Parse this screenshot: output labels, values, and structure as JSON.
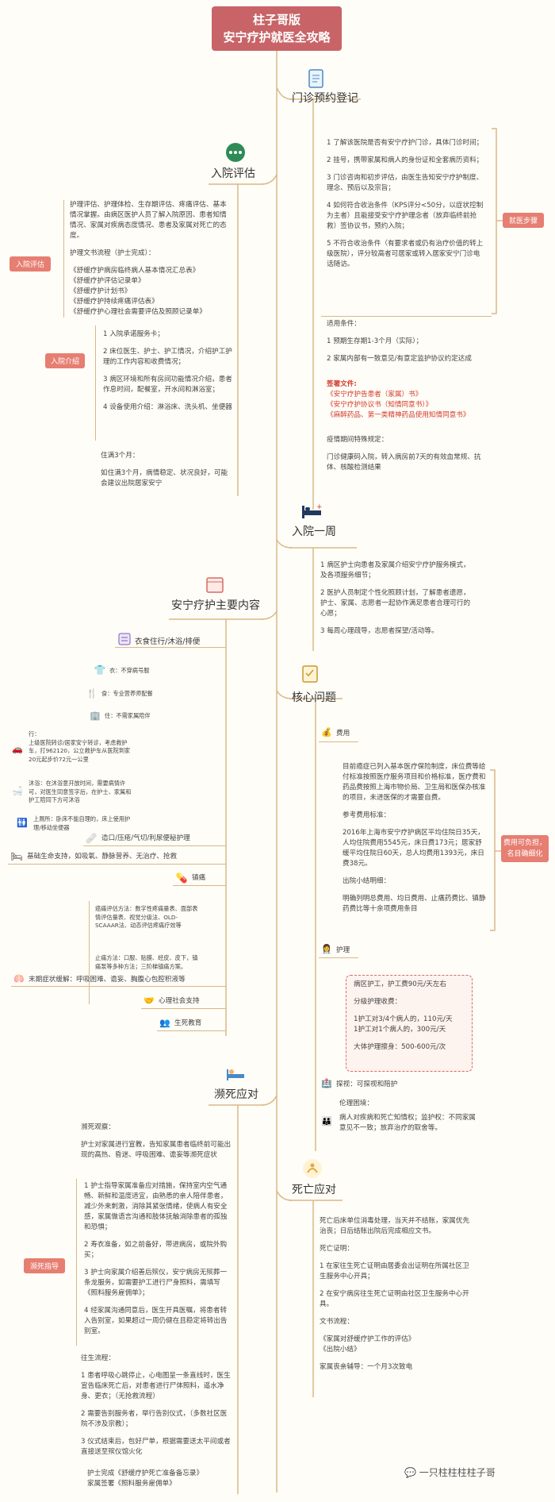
{
  "title": {
    "line1": "柱子哥版",
    "line2": "安宁疗护就医全攻略"
  },
  "b1": {
    "heading": "门诊预约登记",
    "tag": "就医步骤",
    "steps": [
      "1 了解该医院是否有安宁疗护门诊，具体门诊时间；",
      "2 挂号，携带家属和病人的身份证和全套病历资料；",
      "3 门诊咨询和初步评估，由医生告知安宁疗护制度、理念、预后以及宗旨；",
      "4 如何符合收治条件（KPS评分<50分，以症状控制为主者）且能接受安宁疗护理念者（放弃临终前抢救）签协议书，预约入院；",
      "5 不符合收治条件（有要求者或仍有治疗价值的转上级医院），评分较高者可居家或转入居家安宁门诊电话随访。"
    ],
    "apply_title": "适用条件：",
    "apply": [
      "1 预期生存期1-3个月（实际）；",
      "2 家属内部有一致意见/有意定监护协议约定达成"
    ],
    "sign_title": "签署文件:",
    "sign": [
      "《安宁疗护告患者（家属）书》",
      "《安宁疗护协议书（知情同意书）》",
      "《麻醉药品、第一类精神药品使用知情同意书》"
    ],
    "epi_title": "疫情期间特殊规定：",
    "epi": "门诊健康码入院，转入病房前7天的有效血常规、抗体、核酸检测结果"
  },
  "b2": {
    "heading": "入院评估",
    "tag1": "入院评估",
    "text1": "护理评估、护理体检、生存期评估、疼痛评估、基本情况掌握。由病区医护人员了解入院原因、患者知情情况、家属对疾病态度情况、患者及家属对死亡的态度。",
    "docs_title": "护理文书流程（护士完成）：",
    "docs": [
      "《舒缓疗护病房临终病人基本情况汇总表》",
      "《舒缓疗护评估记录单》",
      "《舒缓疗护计划书》",
      "《舒缓疗护持续疼痛评估表》",
      "《舒缓疗护心理社会需要评估及照顾记录单》"
    ],
    "tag2": "入院介绍",
    "intro": [
      "1 入院承诺服务卡；",
      "2 床位医生、护士、护工情况，介绍护工护理的工作内容和收费情况；",
      "3 病区环境和所有房间功能情况介绍，患者作息时间，配餐室，开水间和淋浴室；",
      "4 设备使用介绍：淋浴床、洗头机、坐便器"
    ],
    "full_title": "住满3个月：",
    "full": "如住满3个月，病情稳定、状况良好，可能会建议出院居家安宁"
  },
  "b3": {
    "heading": "入院一周",
    "items": [
      "1 病区护士向患者及家属介绍安宁疗护服务模式，及各项服务细节；",
      "2 医护人员制定个性化照顾计划，了解患者遗愿，护士、家属、志愿者一起协作满足患者合理可行的心愿；",
      "3 每周心理疏导，志愿者探望/活动等。"
    ]
  },
  "b4": {
    "heading": "安宁疗护主要内容",
    "daily": "衣食住行/沐浴/排便",
    "yi": "衣：不穿病号服",
    "shi": "食：专业营养师配餐",
    "zhu": "住：不需家属陪伴",
    "xing": "行：\n上级医院转诊/居家安宁转诊，考虑救护车，打962120，公立救护车从医院到家20元起步价72元一公里",
    "mu": "沐浴：在沐浴意开放时间，需要病情许可，对医生同意签字后，在护士、家属和护工陪同下方可沐浴",
    "ce": "上厕所：卧床不能自理的，床上使用护理/移动坐便器",
    "stoma": "造口/压疮/气切/利尿便秘护理",
    "basic": "基础生命支持，如吸氧、静脉营养、无治疗、抢救",
    "pain": "镇痛",
    "pain1": "癌痛评估方法：数字性疼痛量表、面部表情评估量表、视觉分级法、OLD-SCAAAR法、动态评估疼痛疗效等",
    "pain2": "止痛方法：口服、贴膜、经皮、皮下，镇痛泵等多种方法；三阶梯镇痛方案。",
    "final": "末期症状缓解：呼吸困难、谵妄、胸腹心包腔积液等",
    "psych": "心理社会支持",
    "edu": "生死教育"
  },
  "b5": {
    "heading": "核心问题",
    "fee": "费用",
    "tag": "费用可负担，名目确细化",
    "fee_text": "目前癌症已列入基本医疗保险制度，床位费等给付标准按照医疗服务项目和价格标准，医疗费和药品费按照上海市物价局、卫生局和医保办核准的项目，未进医保的才需要自费。",
    "ref_title": "参考费用标准：",
    "ref": "2016年上海市安宁疗护病区平均住院日35天，人均住院费用5545元，床日费173元；居家舒缓平均住院日60天，总人均费用1393元，床日费38元。",
    "bill_title": "出院小结明细：",
    "bill": "明确列明总费用、均日费用、止痛药费比、镇静药费比等十余项费用条目",
    "care": "护理",
    "care_fee": "病区护工，护工费90元/天左右",
    "grade": "分级护理收费：",
    "grade_detail": "1护工对3/4个病人的，110元/天\n1护工对1个病人的，300元/天",
    "home": "大体护理擦身：500-600元/次",
    "visit": "探视：可探视和陪护",
    "ethic": "伦理困境：",
    "ethic_text": "病人对疾病和死亡知情权；监护权：不同家属意见不一致；放弃治疗的取舍等。"
  },
  "b6": {
    "heading": "濒死应对",
    "obs_title": "濒死观察：",
    "obs": "护士对家属进行宣教，告知家属患者临终前可能出现的高热、昏迷、呼吸困难、谵妄等濒死症状",
    "tag": "濒死指导",
    "guide": [
      "1 护士指导家属准备应对措施，保持室内空气通畅、新鲜和温度适宜，由熟悉的亲人陪伴患者，减少外来刺激，消除其紧张情绪，使病人有安全感，家属做语言沟通和肢体抚触消除患者的孤独和恐惧；",
      "2 寿衣准备，如之前备好，带进病房，或院外购买；",
      "3 护士向家属介绍善后殡仪，安宁病房无殡葬一条龙服务，如需要护工进行尸身照料，需填写《照料服务雇佣单》；",
      "4 经家属沟通同意后，医生开具医嘱，将患者转入告别室，如果超过一周仍健在且稳定将转出告别室。"
    ],
    "death_title": "往生流程：",
    "death": [
      "1 患者呼吸心跳停止，心电图呈一条直线时，医生宣告临床死亡后，对患者进行尸体照料，遥水净身、更衣；（无抢救流程）",
      "2 需要告别服务者，举行告别仪式，（多数社区医院不涉及宗教）；",
      "3 仪式结束后，包好尸单，根据需要送太平间或者直接送至殡仪馆火化"
    ],
    "form": "护士完成《舒缓疗护死亡准备备忘录》\n家属签署《照料服务雇佣单》"
  },
  "b7": {
    "heading": "死亡应对",
    "intro": "死亡后床单位消毒处理，当天并不结账，家属优先治丧；日后结账出院后完成相应文书。",
    "cert_title": "死亡证明：",
    "cert": [
      "1 在家往生死亡证明由居委会出证明在所属社区卫生服务中心开具；",
      "2 在安宁病房往生死亡证明由社区卫生服务中心开具。"
    ],
    "doc_title": "文书流程：",
    "doc": "《家属对舒缓疗护工作的评估》\n《出院小结》",
    "grief": "家属丧亲辅导：一个月3次致电"
  },
  "watermark": "一只柱柱柱柱子哥",
  "colors": {
    "root": "#c86467",
    "tag": "#e67e72",
    "line": "#d8b98a",
    "red": "#d23a2a"
  }
}
